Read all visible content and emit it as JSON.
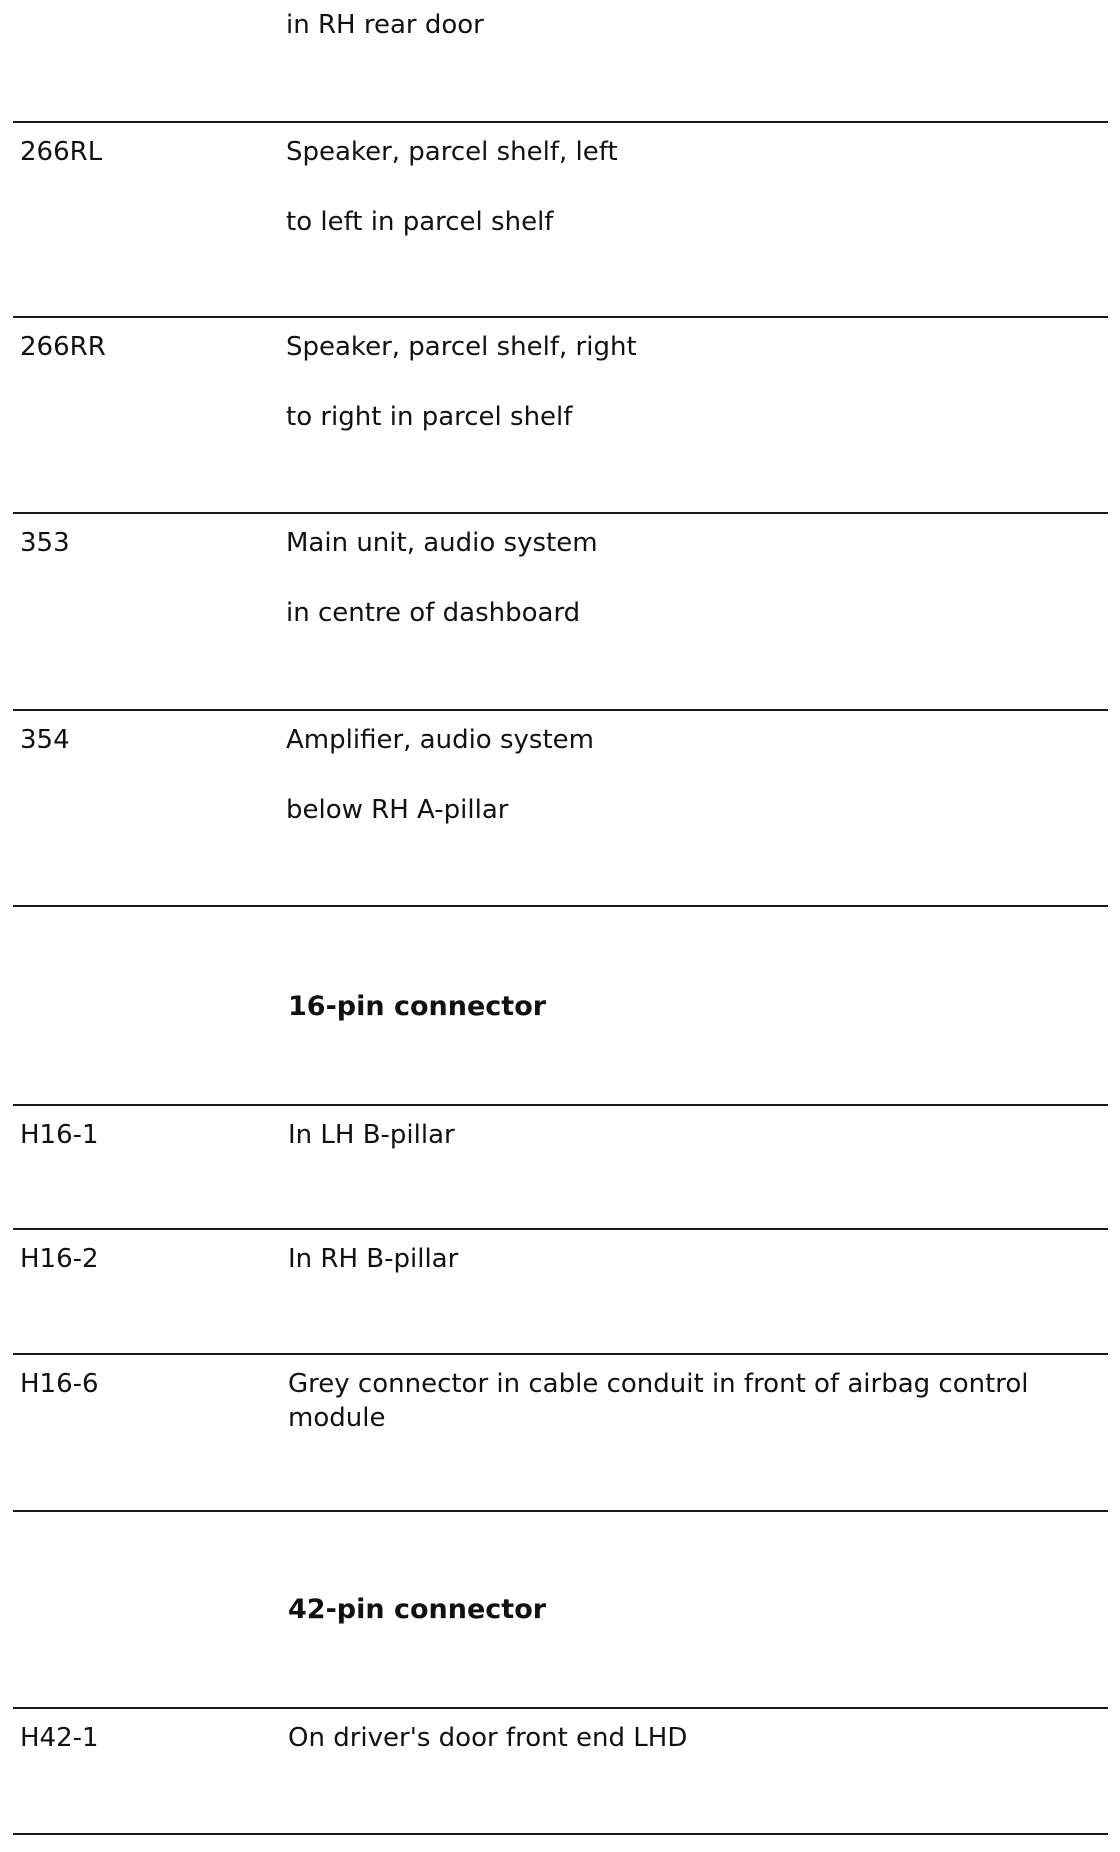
{
  "continuation": {
    "location": "in RH rear door"
  },
  "entries_top": [
    {
      "code": "266RL",
      "name": "Speaker, parcel shelf, left",
      "location": "to left in parcel shelf"
    },
    {
      "code": "266RR",
      "name": "Speaker, parcel shelf, right",
      "location": "to right in parcel shelf"
    },
    {
      "code": "353",
      "name": "Main unit, audio system",
      "location": "in centre of dashboard"
    },
    {
      "code": "354",
      "name": "Amplifier, audio system",
      "location": "below RH A-pillar"
    }
  ],
  "section_16": {
    "heading": "16-pin connector",
    "rows": [
      {
        "code": "H16-1",
        "location": "In LH B-pillar"
      },
      {
        "code": "H16-2",
        "location": "In RH B-pillar"
      },
      {
        "code": "H16-6",
        "location": "Grey connector in cable conduit in front of airbag control module"
      }
    ]
  },
  "section_42": {
    "heading": "42-pin connector",
    "rows": [
      {
        "code": "H42-1",
        "location": "On driver's door front end LHD"
      }
    ]
  }
}
